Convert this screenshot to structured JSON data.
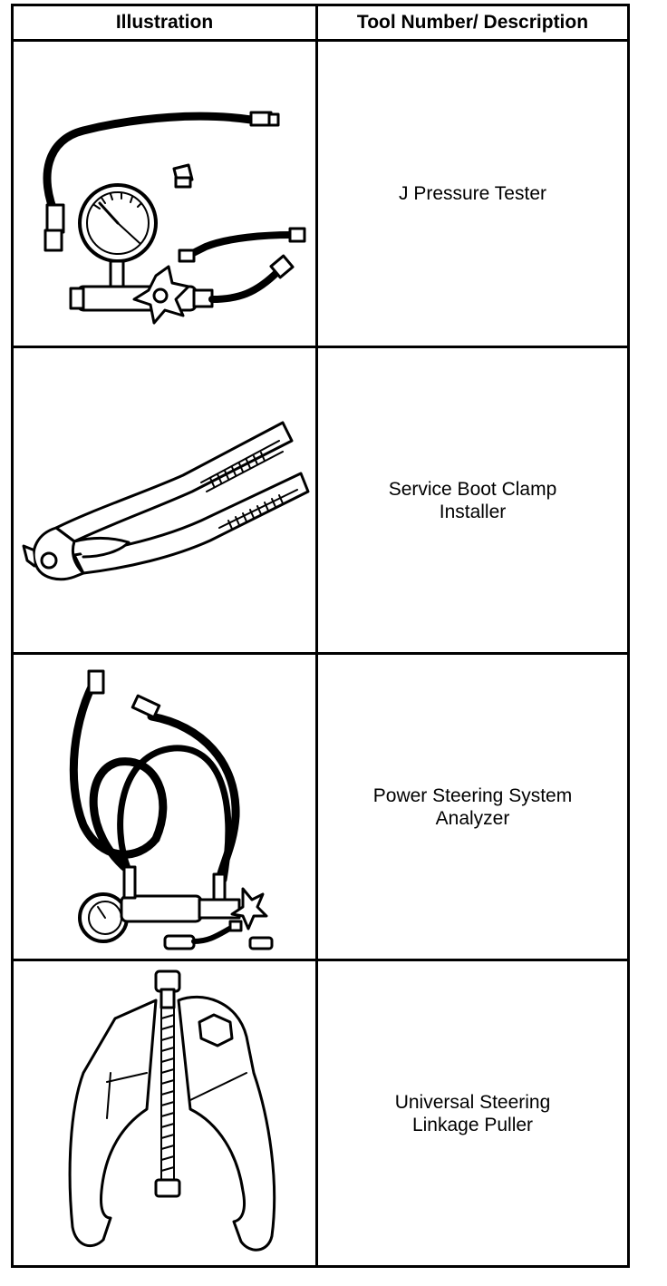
{
  "header": {
    "col_illustration": "Illustration",
    "col_description": "Tool Number/ Description"
  },
  "rows": [
    {
      "icon": "pressure-tester-icon",
      "lines": [
        "J Pressure Tester"
      ]
    },
    {
      "icon": "boot-clamp-installer-icon",
      "lines": [
        "Service Boot Clamp",
        "Installer"
      ]
    },
    {
      "icon": "steering-analyzer-icon",
      "lines": [
        "Power Steering System",
        "Analyzer"
      ]
    },
    {
      "icon": "linkage-puller-icon",
      "lines": [
        "Universal Steering",
        "Linkage Puller"
      ]
    }
  ]
}
